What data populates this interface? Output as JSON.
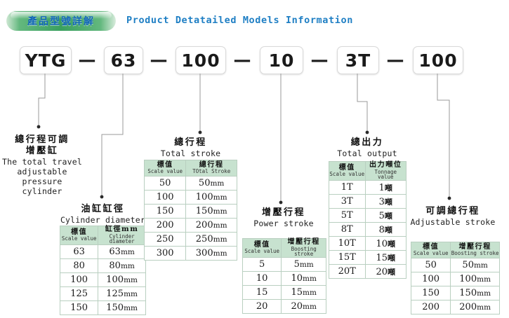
{
  "header": {
    "badge_cn": "產品型號詳解",
    "title_en": "Product Detatailed Models Information",
    "badge_color": "#3aa05f",
    "title_color": "#1f7fc4"
  },
  "model_code": {
    "segments": [
      "YTG",
      "63",
      "100",
      "10",
      "3T",
      "100"
    ],
    "separator": "—"
  },
  "sections": [
    {
      "key": "pressure_cylinder",
      "title_cn": "總行程可調",
      "title_cn2": "增壓缸",
      "title_en_lines": [
        "The total travel",
        "adjustable",
        "pressure cylinder"
      ],
      "table": null
    },
    {
      "key": "cylinder_diameter",
      "title_cn": "油缸缸徑",
      "title_en_lines": [
        "Cylinder diameter"
      ],
      "table": {
        "headers_cn": [
          "標值",
          "缸徑mm"
        ],
        "headers_en": [
          "Scale value",
          "Cylinder diameter"
        ],
        "rows": [
          [
            "63",
            "63",
            "mm"
          ],
          [
            "80",
            "80",
            "mm"
          ],
          [
            "100",
            "100",
            "mm"
          ],
          [
            "125",
            "125",
            "mm"
          ],
          [
            "150",
            "150",
            "mm"
          ]
        ]
      }
    },
    {
      "key": "total_stroke",
      "title_cn": "總行程",
      "title_en_lines": [
        "Total stroke"
      ],
      "table": {
        "headers_cn": [
          "標值",
          "總行程"
        ],
        "headers_en": [
          "Scale value",
          "TOtal Stroke"
        ],
        "rows": [
          [
            "50",
            "50",
            "mm"
          ],
          [
            "100",
            "100",
            "mm"
          ],
          [
            "150",
            "150",
            "mm"
          ],
          [
            "200",
            "200",
            "mm"
          ],
          [
            "250",
            "250",
            "mm"
          ],
          [
            "300",
            "300",
            "mm"
          ]
        ]
      }
    },
    {
      "key": "power_stroke",
      "title_cn": "增壓行程",
      "title_en_lines": [
        "Power stroke"
      ],
      "table": {
        "headers_cn": [
          "標值",
          "增壓行程"
        ],
        "headers_en": [
          "Scale value",
          "Boosting stroke"
        ],
        "rows": [
          [
            "5",
            "5",
            "mm"
          ],
          [
            "10",
            "10",
            "mm"
          ],
          [
            "15",
            "15",
            "mm"
          ],
          [
            "20",
            "20",
            "mm"
          ]
        ]
      }
    },
    {
      "key": "total_output",
      "title_cn": "總出力",
      "title_en_lines": [
        "Total output"
      ],
      "table": {
        "headers_cn": [
          "標值",
          "出力噸位"
        ],
        "headers_en": [
          "Scale value",
          "Tonnage value"
        ],
        "rows": [
          [
            "1T",
            "1",
            "噸"
          ],
          [
            "3T",
            "3",
            "噸"
          ],
          [
            "5T",
            "5",
            "噸"
          ],
          [
            "8T",
            "8",
            "噸"
          ],
          [
            "10T",
            "10",
            "噸"
          ],
          [
            "15T",
            "15",
            "噸"
          ],
          [
            "20T",
            "20",
            "噸"
          ]
        ]
      }
    },
    {
      "key": "adjustable_stroke",
      "title_cn": "可調總行程",
      "title_en_lines": [
        "Adjustable stroke"
      ],
      "table": {
        "headers_cn": [
          "標值",
          "增壓行程"
        ],
        "headers_en": [
          "Scale value",
          "Boosting stroke"
        ],
        "rows": [
          [
            "50",
            "50",
            "mm"
          ],
          [
            "100",
            "100",
            "mm"
          ],
          [
            "150",
            "150",
            "mm"
          ],
          [
            "200",
            "200",
            "mm"
          ]
        ]
      }
    }
  ],
  "colors": {
    "table_header_bg": "#c7e2cf",
    "table_border": "#b9cfc0",
    "connector": "#9a9a9a"
  }
}
